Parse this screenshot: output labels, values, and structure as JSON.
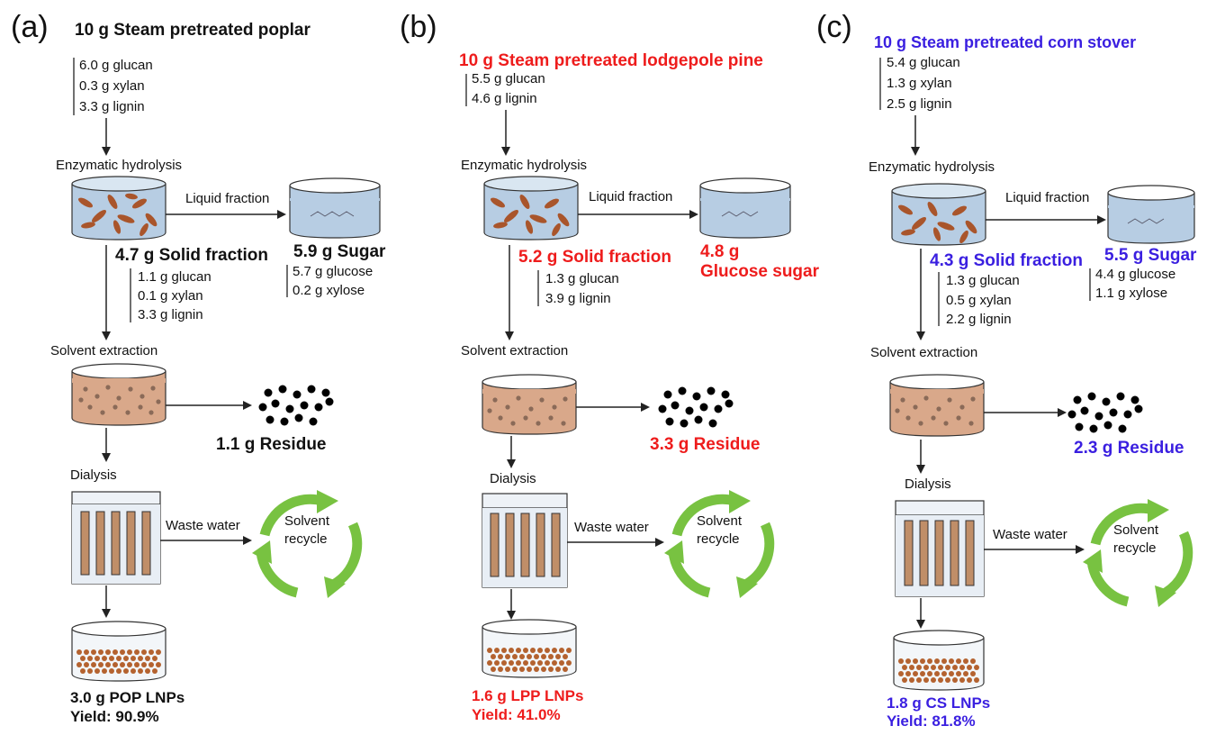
{
  "panels": [
    {
      "label": "(a)",
      "color": "#111111",
      "source": "10 g Steam pretreated poplar",
      "source_components": [
        "6.0 g glucan",
        "0.3 g xylan",
        "3.3 g lignin"
      ],
      "step_hydrolysis": "Enzymatic hydrolysis",
      "liquid_fraction": "Liquid fraction",
      "solid_title": "4.7 g Solid fraction",
      "solid_components": [
        "1.1 g glucan",
        "0.1 g xylan",
        "3.3 g lignin"
      ],
      "sugar_title": "5.9 g Sugar",
      "sugar_components": [
        "5.7 g glucose",
        "0.2 g xylose"
      ],
      "step_extraction": "Solvent extraction",
      "residue": "1.1 g Residue",
      "step_dialysis": "Dialysis",
      "waste_water": "Waste water",
      "solvent": "Solvent",
      "recycle": "recycle",
      "product": "3.0 g POP LNPs",
      "yield": "Yield: 90.9%"
    },
    {
      "label": "(b)",
      "color": "#ee1c1c",
      "source": "10 g Steam pretreated lodgepole pine",
      "source_components": [
        "5.5 g glucan",
        "4.6 g lignin"
      ],
      "step_hydrolysis": "Enzymatic hydrolysis",
      "liquid_fraction": "Liquid fraction",
      "solid_title": "5.2 g Solid fraction",
      "solid_components": [
        "1.3 g glucan",
        "3.9 g lignin"
      ],
      "sugar_title": "4.8 g",
      "sugar_title2": "Glucose sugar",
      "sugar_components": [],
      "step_extraction": "Solvent extraction",
      "residue": "3.3 g Residue",
      "step_dialysis": "Dialysis",
      "waste_water": "Waste water",
      "solvent": "Solvent",
      "recycle": "recycle",
      "product": "1.6 g LPP LNPs",
      "yield": "Yield: 41.0%"
    },
    {
      "label": "(c)",
      "color": "#3a1fe0",
      "source": "10 g Steam pretreated corn stover",
      "source_components": [
        "5.4 g glucan",
        "1.3 g xylan",
        "2.5 g lignin"
      ],
      "step_hydrolysis": "Enzymatic hydrolysis",
      "liquid_fraction": "Liquid fraction",
      "solid_title": "4.3 g Solid fraction",
      "solid_components": [
        "1.3 g glucan",
        "0.5 g xylan",
        "2.2 g lignin"
      ],
      "sugar_title": "5.5 g Sugar",
      "sugar_components": [
        "4.4 g glucose",
        "1.1 g xylose"
      ],
      "step_extraction": "Solvent extraction",
      "residue": "2.3 g Residue",
      "step_dialysis": "Dialysis",
      "waste_water": "Waste water",
      "solvent": "Solvent",
      "recycle": "recycle",
      "product": "1.8 g CS LNPs",
      "yield": "Yield: 81.8%"
    }
  ],
  "colors": {
    "beaker_liquid": "#b7cde3",
    "fiber": "#a9552b",
    "extract": "#d9a88a",
    "tube": "#c08e68",
    "particle": "#b4622f",
    "arrow_green": "#78c241",
    "residue_dot": "#000000"
  }
}
